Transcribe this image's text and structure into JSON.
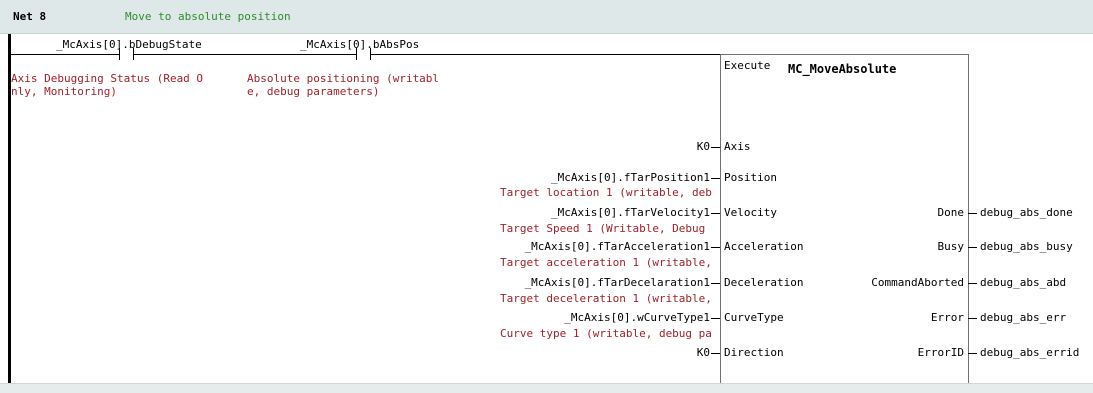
{
  "network": {
    "label": "Net 8",
    "comment": "Move to absolute position"
  },
  "contacts": [
    {
      "variable": "_McAxis[0].bDebugState",
      "comment": "Axis Debugging Status (Read O\nnly, Monitoring)"
    },
    {
      "variable": "_McAxis[0].bAbsPos",
      "comment": "Absolute positioning (writabl\ne, debug parameters)"
    }
  ],
  "function_block": {
    "execute_label": "Execute",
    "title": "MC_MoveAbsolute",
    "inputs": [
      {
        "pin": "Axis",
        "variable": "K0",
        "comment": ""
      },
      {
        "pin": "Position",
        "variable": "_McAxis[0].fTarPosition1",
        "comment": "Target location 1 (writable, deb"
      },
      {
        "pin": "Velocity",
        "variable": "_McAxis[0].fTarVelocity1",
        "comment": "Target Speed 1 (Writable, Debug"
      },
      {
        "pin": "Acceleration",
        "variable": "_McAxis[0].fTarAcceleration1",
        "comment": "Target acceleration 1 (writable,"
      },
      {
        "pin": "Deceleration",
        "variable": "_McAxis[0].fTarDecelaration1",
        "comment": "Target deceleration 1 (writable,"
      },
      {
        "pin": "CurveType",
        "variable": "_McAxis[0].wCurveType1",
        "comment": "Curve type 1 (writable, debug pa"
      },
      {
        "pin": "Direction",
        "variable": "K0",
        "comment": ""
      }
    ],
    "outputs": [
      {
        "pin": "Done",
        "variable": "debug_abs_done"
      },
      {
        "pin": "Busy",
        "variable": "debug_abs_busy"
      },
      {
        "pin": "CommandAborted",
        "variable": "debug_abs_abd"
      },
      {
        "pin": "Error",
        "variable": "debug_abs_err"
      },
      {
        "pin": "ErrorID",
        "variable": "debug_abs_errid"
      }
    ]
  }
}
